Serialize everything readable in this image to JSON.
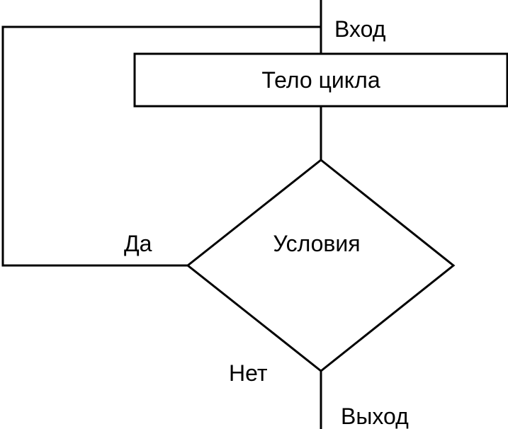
{
  "diagram": {
    "entry_label": "Вход",
    "body_label": "Тело цикла",
    "condition_label": "Условия",
    "yes_label": "Да",
    "no_label": "Нет",
    "exit_label": "Выход"
  }
}
